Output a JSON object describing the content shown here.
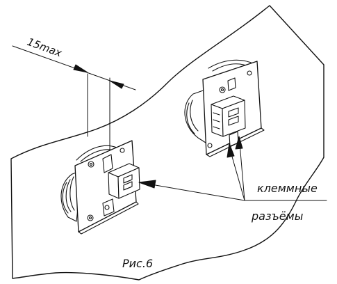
{
  "figure": {
    "dimension_label": "15max",
    "callout_label_line1": "клеммные",
    "callout_label_line2": "разъёмы",
    "caption": "Рис.6"
  },
  "colors": {
    "line": "#111111",
    "fill": "#ffffff"
  }
}
